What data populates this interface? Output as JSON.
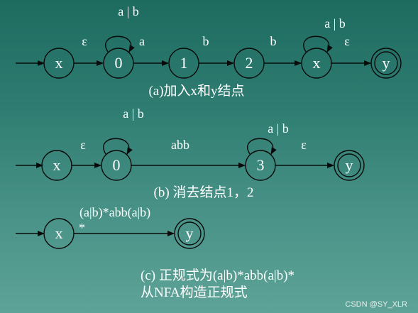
{
  "diagram_a": {
    "states": [
      "x",
      "0",
      "1",
      "2",
      "x",
      "y"
    ],
    "edges": [
      "ε",
      "b",
      "b",
      "ε"
    ],
    "loop0": "a | b",
    "loop0_sub": "a",
    "loopx": "a | b",
    "caption": "(a)加入x和y结点"
  },
  "diagram_b": {
    "states": [
      "x",
      "0",
      "3",
      "y"
    ],
    "edges": [
      "ε",
      "abb",
      "ε"
    ],
    "loop0": "a | b",
    "loop3": "a | b",
    "caption": "(b) 消去结点1，2"
  },
  "diagram_c": {
    "states": [
      "x",
      "y"
    ],
    "edge_label": "(a|b)*abb(a|b)",
    "edge_label_star": "*",
    "caption_line1": "(c) 正规式为(a|b)*abb(a|b)*",
    "caption_line2": "从NFA构造正规式"
  },
  "watermark": "CSDN @SY_XLR"
}
